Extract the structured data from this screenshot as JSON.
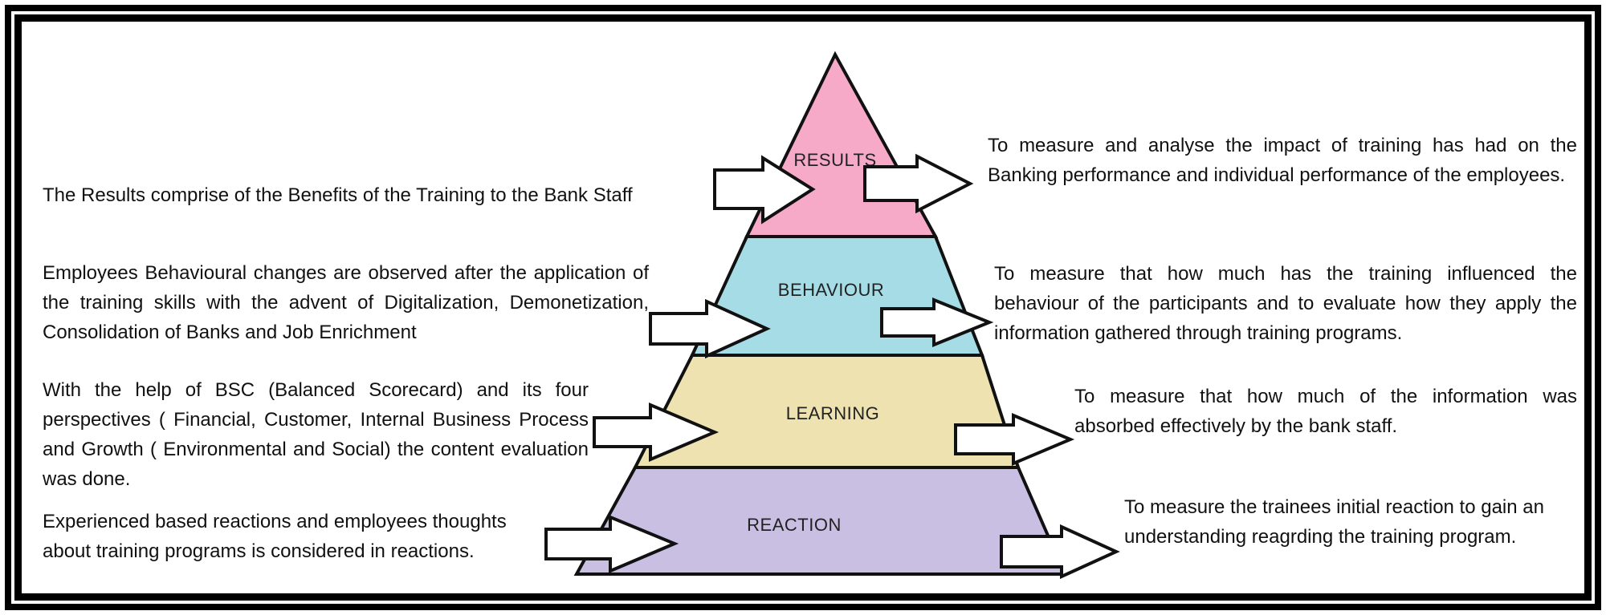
{
  "colors": {
    "results": "#f7aac8",
    "behaviour": "#a6dce6",
    "learning": "#ede2b0",
    "reaction": "#c8bfe3",
    "frame": "#000000"
  },
  "levels": [
    {
      "label": "RESULTS"
    },
    {
      "label": "BEHAVIOUR"
    },
    {
      "label": "LEARNING"
    },
    {
      "label": "REACTION"
    }
  ],
  "left_notes": [
    "The Results comprise of the Benefits of the Training to the Bank Staff",
    "Employees Behavioural changes are observed after the application of the training skills with the advent of Digitalization, Demonetization, Consolidation of Banks and Job Enrichment",
    "With the help of BSC (Balanced Scorecard) and its four perspectives ( Financial, Customer, Internal Business Process and Growth ( Environmental and Social) the content evaluation was done.",
    "Experienced based reactions and employees thoughts about training programs is considered in reactions."
  ],
  "right_notes": [
    "To measure and analyse the impact of training has had on the Banking performance and individual performance of the employees.",
    "To measure that how much has the training influenced the behaviour of the participants and to evaluate how they apply the information gathered through training programs.",
    "To measure that how much of the information was absorbed effectively by the bank staff.",
    "To measure the trainees initial reaction to gain an understanding reagrding the training program."
  ]
}
